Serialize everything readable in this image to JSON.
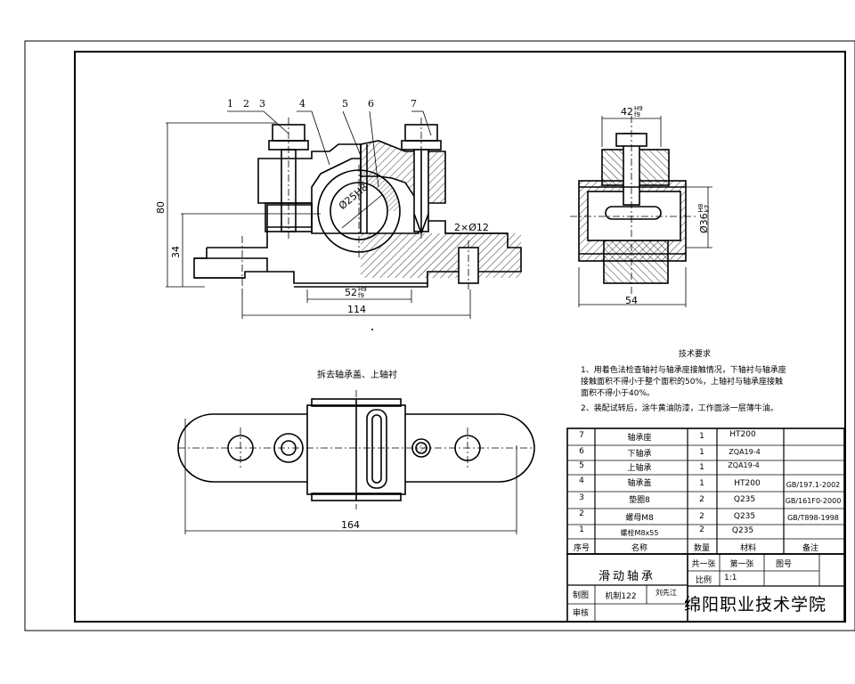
{
  "balloons": [
    "1",
    "2",
    "3",
    "4",
    "5",
    "6",
    "7"
  ],
  "dimensions": {
    "height_total": "80",
    "height_center": "34",
    "bore": "Ø25H8",
    "holes": "2×Ø12",
    "width_fit": "52",
    "width_fit_tol_upper": "H9",
    "width_fit_tol_lower": "f9",
    "bolt_span": "114",
    "side_width": "42",
    "side_width_tol_upper": "H9",
    "side_width_tol_lower": "f9",
    "side_bore": "Ø36",
    "side_bore_tol_upper": "H8",
    "side_bore_tol_lower": "k7",
    "side_length": "54",
    "overall_length": "164"
  },
  "view_note": "拆去轴承盖、上轴衬",
  "tech_requirements": {
    "title": "技术要求",
    "lines": [
      "1、用着色法检查轴衬与轴承座接触情况，下轴衬与轴承座",
      "接触面积不得小于整个面积的50%，上轴衬与轴承座接触",
      "面积不得小于40%。",
      "2、装配试转后，涂牛黄油防漆，工作面涂一层薄牛油。"
    ]
  },
  "bom": {
    "rows": [
      {
        "no": "7",
        "name": "轴承座",
        "qty": "1",
        "material": "HT200",
        "note": ""
      },
      {
        "no": "6",
        "name": "下轴承",
        "qty": "1",
        "material": "ZQA19-4",
        "note": ""
      },
      {
        "no": "5",
        "name": "上轴承",
        "qty": "1",
        "material": "ZQA19-4",
        "note": ""
      },
      {
        "no": "4",
        "name": "轴承盖",
        "qty": "1",
        "material": "HT200",
        "note": "GB/197.1-2002"
      },
      {
        "no": "3",
        "name": "垫圈8",
        "qty": "2",
        "material": "Q235",
        "note": "GB/161F0-2000"
      },
      {
        "no": "2",
        "name": "螺母M8",
        "qty": "2",
        "material": "Q235",
        "note": "GB/T898-1998"
      },
      {
        "no": "1",
        "name": "螺栓M8x55",
        "qty": "2",
        "material": "Q235",
        "note": ""
      }
    ],
    "header": {
      "no": "序号",
      "name": "名称",
      "qty": "数量",
      "material": "材料",
      "note": "备注"
    }
  },
  "title_block": {
    "part_name": "滑动轴承",
    "sheets_total": "共一张",
    "sheet_no": "第一张",
    "drawing_no_label": "图号",
    "scale_label": "比例",
    "scale": "1:1",
    "drawn_label": "制图",
    "class": "机制122",
    "drafter": "刘先江",
    "checked_label": "审核",
    "school": "绵阳职业技术学院"
  }
}
